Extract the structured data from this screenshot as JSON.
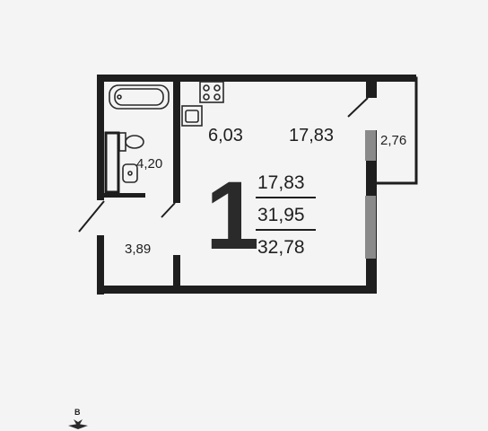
{
  "plan": {
    "room_count": "1",
    "summary": {
      "living_area": "17,83",
      "total_area": "31,95",
      "total_with_balcony": "32,78"
    },
    "rooms": {
      "kitchen": "6,03",
      "living_room": "17,83",
      "bathroom": "4,20",
      "hallway": "3,89",
      "balcony": "2,76"
    },
    "compass_label": "В"
  },
  "colors": {
    "wall": "#1e1e1e",
    "window": "#8a8a8a",
    "background": "#f4f4f4"
  },
  "icons": [
    "bathtub-icon",
    "stove-icon",
    "kitchen-sink-icon",
    "toilet-icon",
    "washbasin-icon",
    "compass-icon"
  ]
}
